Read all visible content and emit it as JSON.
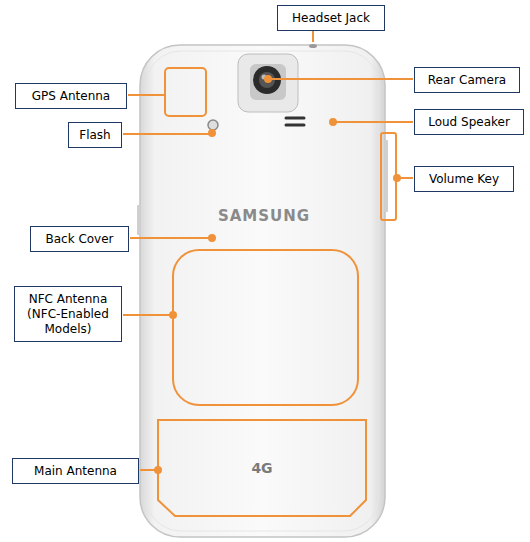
{
  "diagram": {
    "nodes": [
      {
        "text": [
          "Headset Jack"
        ]
      },
      {
        "text": [
          "GPS Antenna"
        ]
      },
      {
        "text": [
          "Rear Camera"
        ]
      },
      {
        "text": [
          "Flash"
        ]
      },
      {
        "text": [
          "Loud Speaker"
        ]
      },
      {
        "text": [
          "Volume Key"
        ]
      },
      {
        "text": [
          "Back Cover"
        ]
      },
      {
        "text": [
          "NFC Antenna (NFC-Enabled Models)"
        ]
      },
      {
        "text": [
          "Main Antenna"
        ]
      }
    ],
    "labels": [
      "SAMSUNG",
      "4G"
    ]
  }
}
